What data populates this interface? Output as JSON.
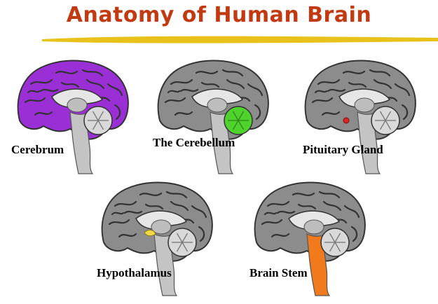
{
  "title": "Anatomy of Human Brain",
  "colors": {
    "title": "#c23a12",
    "underline": "#e8c21a",
    "cortex": "#8c8c8c",
    "cortex_dark": "#333333",
    "cerebrum": "#9b2fd6",
    "cerebellum": "#4fd12e",
    "pituitary": "#d9261f",
    "hypothalamus": "#f1d64a",
    "brain_stem": "#f07a1c",
    "stem_gray": "#c4c4c4"
  },
  "panels": [
    {
      "id": "cerebrum",
      "label": "Cerebrum"
    },
    {
      "id": "cerebellum",
      "label": "The Cerebellum"
    },
    {
      "id": "pituitary",
      "label": "Pituitary Gland"
    },
    {
      "id": "hypothalamus",
      "label": "Hypothalamus"
    },
    {
      "id": "brainstem",
      "label": "Brain Stem"
    }
  ]
}
